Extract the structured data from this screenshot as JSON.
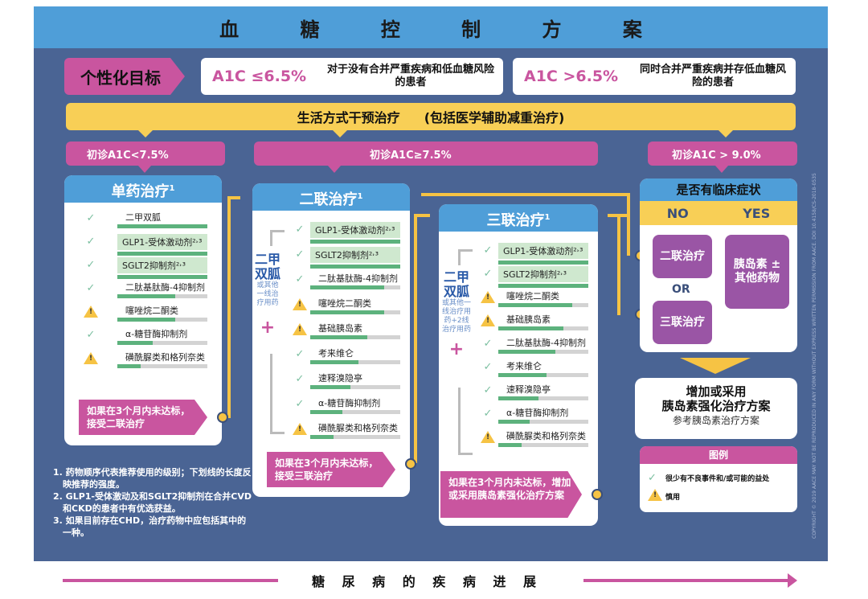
{
  "title": "血 糖 控 制 方 案",
  "targets": {
    "label": "个性化目标",
    "goals": [
      {
        "a1c": "A1C ≤6.5%",
        "desc": "对于没有合并严重疾病和低血糖风险的患者"
      },
      {
        "a1c": "A1C >6.5%",
        "desc": "同时合并严重疾病并存低血糖风险的患者"
      }
    ]
  },
  "lifestyle": {
    "main": "生活方式干预治疗",
    "sub": "(包括医学辅助减重治疗)"
  },
  "entry_levels": [
    "初诊A1C<7.5%",
    "初诊A1C≥7.5%",
    "初诊A1C > 9.0%"
  ],
  "mono": {
    "title": "单药治疗",
    "sup": "1",
    "items": [
      {
        "icon": "check",
        "label": "二甲双胍",
        "bar": 100,
        "hl": false
      },
      {
        "icon": "check",
        "label": "GLP1-受体激动剂²˒³",
        "bar": 100,
        "hl": true
      },
      {
        "icon": "check",
        "label": "SGLT2抑制剂²˒³",
        "bar": 100,
        "hl": true
      },
      {
        "icon": "check",
        "label": "二肽基肽酶-4抑制剂",
        "bar": 64,
        "hl": false
      },
      {
        "icon": "warn",
        "label": "噻唑烷二酮类",
        "bar": 64,
        "hl": false
      },
      {
        "icon": "check",
        "label": "α-糖苷酶抑制剂",
        "bar": 39,
        "hl": false
      },
      {
        "icon": "warn",
        "label": "磺酰脲类和格列奈类",
        "bar": 26,
        "hl": false
      }
    ],
    "cta": "如果在3个月内未达标，接受二联治疗"
  },
  "dual": {
    "title": "二联治疗",
    "sup": "1",
    "side_big": "二甲双胍",
    "side_small": "或其他一线治疗用药",
    "plus": "+",
    "items": [
      {
        "icon": "check",
        "label": "GLP1-受体激动剂²˒³",
        "bar": 100,
        "hl": true
      },
      {
        "icon": "check",
        "label": "SGLT2抑制剂²˒³",
        "bar": 100,
        "hl": true
      },
      {
        "icon": "check",
        "label": "二肽基肽酶-4抑制剂",
        "bar": 82,
        "hl": false
      },
      {
        "icon": "warn",
        "label": "噻唑烷二酮类",
        "bar": 82,
        "hl": false
      },
      {
        "icon": "warn",
        "label": "基础胰岛素",
        "bar": 63,
        "hl": false
      },
      {
        "icon": "check",
        "label": "考来维仑",
        "bar": 54,
        "hl": false
      },
      {
        "icon": "check",
        "label": "速释溴隐亭",
        "bar": 45,
        "hl": false
      },
      {
        "icon": "check",
        "label": "α-糖苷酶抑制剂",
        "bar": 36,
        "hl": false
      },
      {
        "icon": "warn",
        "label": "磺酰脲类和格列奈类",
        "bar": 26,
        "hl": false
      }
    ],
    "cta": "如果在3个月内未达标，接受三联治疗"
  },
  "triple": {
    "title": "三联治疗",
    "sup": "1",
    "side_big": "二甲双胍",
    "side_small": "或其他一线治疗用药+2线治疗用药",
    "plus": "+",
    "items": [
      {
        "icon": "check",
        "label": "GLP1-受体激动剂²˒³",
        "bar": 100,
        "hl": true
      },
      {
        "icon": "check",
        "label": "SGLT2抑制剂²˒³",
        "bar": 100,
        "hl": true
      },
      {
        "icon": "warn",
        "label": "噻唑烷二酮类",
        "bar": 82,
        "hl": false
      },
      {
        "icon": "warn",
        "label": "基础胰岛素",
        "bar": 72,
        "hl": false
      },
      {
        "icon": "check",
        "label": "二肽基肽酶-4抑制剂",
        "bar": 63,
        "hl": false
      },
      {
        "icon": "check",
        "label": "考来维仑",
        "bar": 54,
        "hl": false
      },
      {
        "icon": "check",
        "label": "速释溴隐亭",
        "bar": 45,
        "hl": false
      },
      {
        "icon": "check",
        "label": "α-糖苷酶抑制剂",
        "bar": 35,
        "hl": false
      },
      {
        "icon": "warn",
        "label": "磺酰脲类和格列奈类",
        "bar": 26,
        "hl": false
      }
    ],
    "cta": "如果在3个月内未达标，增加或采用胰岛素强化治疗方案"
  },
  "symptoms": {
    "title": "是否有临床症状",
    "no": "NO",
    "yes": "YES",
    "no_opt1": "二联治疗",
    "or": "OR",
    "no_opt2": "三联治疗",
    "yes_opt": "胰岛素 ± 其他药物"
  },
  "insulin": {
    "line1": "增加或采用",
    "line2": "胰岛素强化治疗方案",
    "line3": "参考胰岛素治疗方案"
  },
  "legend": {
    "title": "图例",
    "check": "很少有不良事件和/或可能的益处",
    "warn": "慎用"
  },
  "notes": [
    "1. 药物顺序代表推荐使用的级别；下划线的长度反映推荐的强度。",
    "2. GLP1-受体激动及和SGLT2抑制剂在合并CVD和CKD的患者中有优选获益。",
    "3. 如果目前存在CHD，治疗药物中应包括其中的一种。"
  ],
  "copyright": "COPYRIGHT © 2019 AACE  MAY NOT BE REPRODUCED IN ANY FORM WITHOUT EXPRESS WRITTEN PERMISSION FROM AACE.  DOI 10.4158/CS-2018-0535",
  "progress": "糖 尿 病 的 疾 病 进 展",
  "colors": {
    "frame": "#4a6494",
    "title_bg": "#4f9ed8",
    "pink": "#c9559f",
    "yellow": "#f8cf56",
    "purple": "#9a55a5",
    "green_bar": "#5db27d"
  }
}
